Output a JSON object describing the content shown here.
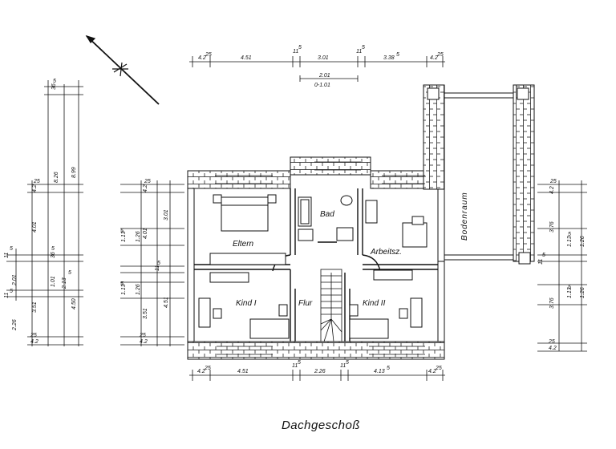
{
  "caption": "Dachgeschoß",
  "rooms": {
    "eltern": "Eltern",
    "bad": "Bad",
    "arbeitsz": "Arbeitsz.",
    "kind1": "Kind I",
    "flur": "Flur",
    "kind2": "Kind II",
    "bodenraum": "Bodenraum"
  },
  "top_dims": {
    "d1": "4.2",
    "d1s": "25",
    "d2": "4.51",
    "d3": "11",
    "d3s": "5",
    "d4": "3.01",
    "d5": "11",
    "d5s": "5",
    "d6": "3.38",
    "d6s": "5",
    "d7": "4.2",
    "d7s": "25",
    "sub1": "2.01",
    "sub2": "0-1.01"
  },
  "bottom_dims": {
    "d1": "4.2",
    "d1s": "25",
    "d2": "4.51",
    "d3": "11",
    "d3s": "5",
    "d4": "2.26",
    "d5": "11",
    "d5s": "5",
    "d6": "4.13",
    "d6s": "5",
    "d7": "4.2",
    "d7s": "25"
  },
  "left_outer_dims": {
    "a": "36",
    "as": "5",
    "b": "8.26",
    "c": "8.99",
    "d": "4.2",
    "ds": "25",
    "e": "4.01",
    "f": "36",
    "fs": "5",
    "g": "11",
    "gs": "5",
    "h": "2.01",
    "i": "1.01",
    "j": "2.13",
    "js": "5",
    "k": "11",
    "ks": "5",
    "l": "3.51",
    "m": "4.50",
    "n": "2.26",
    "o": "4.2",
    "os": "25"
  },
  "left_inner_dims": {
    "a": "4.2",
    "as": "25",
    "b": "4.01",
    "c": "3.01",
    "d": "1.13",
    "ds": "5",
    "e": "1.26",
    "f": "11",
    "fs": "5",
    "g": "1.13",
    "gs": "5",
    "h": "1.26",
    "i": "3.51",
    "j": "4.51",
    "k": "4.2",
    "ks": "25"
  },
  "right_dims": {
    "a": "4.2",
    "as": "25",
    "b": "3.76",
    "c": "1.13",
    "cs": "5",
    "d": "1.26",
    "e": "11",
    "es": "5",
    "f": "3.76",
    "g": "1.13",
    "gs": "5",
    "h": "1.26",
    "i": "4.2",
    "is": "25"
  }
}
